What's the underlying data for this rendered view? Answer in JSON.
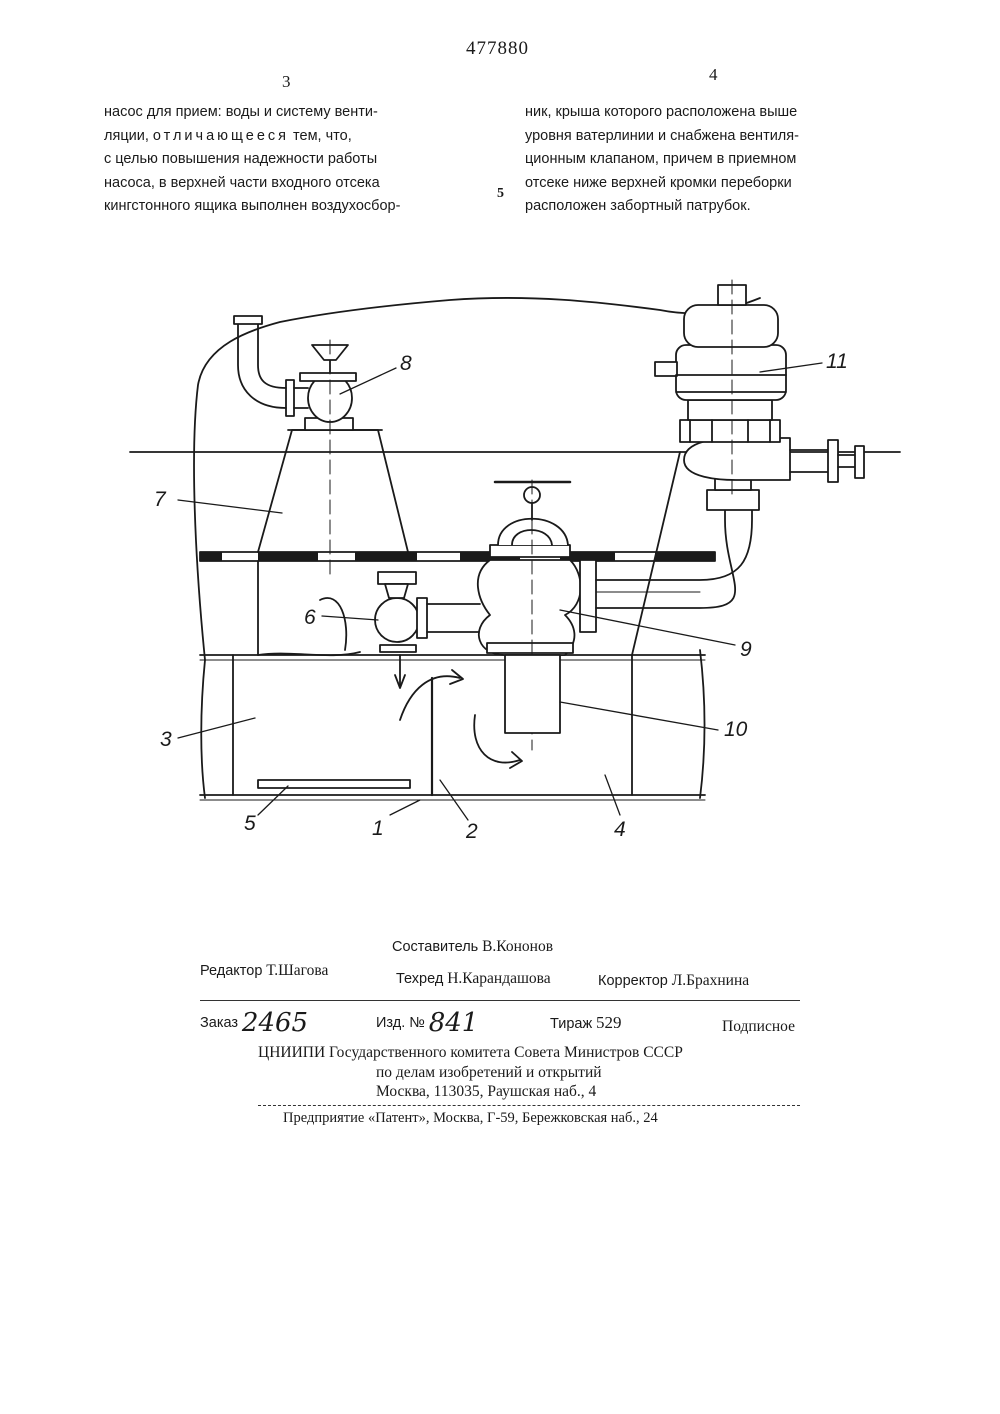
{
  "header": {
    "patent_number": "477880",
    "col_left_number": "3",
    "col_right_number": "4"
  },
  "text": {
    "left_lines": [
      "насос для прием: воды и систему венти-",
      "ляции,",
      "отличающееся",
      "тем, что,",
      "с целью повышения надежности работы",
      "насоса, в верхней части входного отсека",
      "кингстонного ящика выполнен воздухосбор-"
    ],
    "right_lines": [
      "ник, крыша которого расположена выше",
      "уровня ватерлинии и снабжена вентиля-",
      "ционным клапаном, причем в приемном",
      "отсеке ниже верхней кромки переборки",
      "расположен забортный патрубок."
    ],
    "margin_line_number": "5"
  },
  "figure": {
    "labels": [
      "1",
      "2",
      "3",
      "4",
      "5",
      "6",
      "7",
      "8",
      "9",
      "10",
      "11"
    ]
  },
  "imprint": {
    "compiler_label": "Составитель",
    "compiler_name": "В.Кононов",
    "editor_label": "Редактор",
    "editor_name": "Т.Шагова",
    "techred_label": "Техред",
    "techred_name": "Н.Карандашова",
    "corrector_label": "Корректор",
    "corrector_name": "Л.Брахнина",
    "order_label": "Заказ",
    "order_value": "2465",
    "edition_label": "Изд. №",
    "edition_value": "841",
    "circulation_label": "Тираж",
    "circulation_value": "529",
    "subscription": "Подписное",
    "org_line1": "ЦНИИПИ Государственного комитета Совета Министров СССР",
    "org_line2": "по делам изобретений и открытий",
    "org_line3": "Москва, 113035, Раушская наб., 4",
    "enterprise_line": "Предприятие «Патент», Москва, Г-59, Бережковская наб., 24"
  }
}
